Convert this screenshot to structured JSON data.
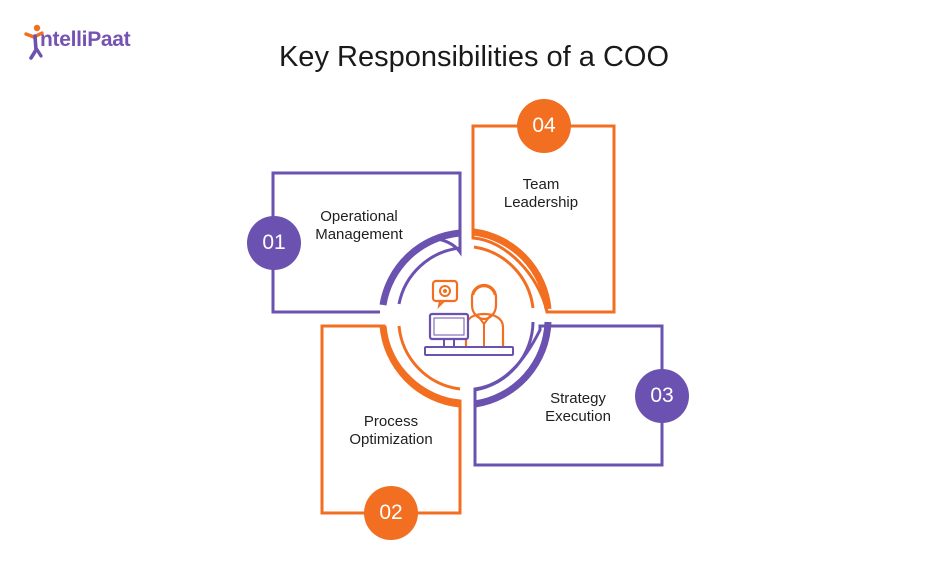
{
  "brand": {
    "logo_text": "ntelliPaat"
  },
  "title": "Key Responsibilities of a COO",
  "colors": {
    "purple": "#6b52b0",
    "orange": "#f26f21",
    "text": "#1f1f1f"
  },
  "steps": [
    {
      "number": "01",
      "label": "Operational\nManagement",
      "color": "#6b52b0"
    },
    {
      "number": "02",
      "label": "Process\nOptimization",
      "color": "#f26f21"
    },
    {
      "number": "03",
      "label": "Strategy\nExecution",
      "color": "#6b52b0"
    },
    {
      "number": "04",
      "label": "Team\nLeadership",
      "color": "#f26f21"
    }
  ],
  "center_icon": "executive-at-desk-icon"
}
